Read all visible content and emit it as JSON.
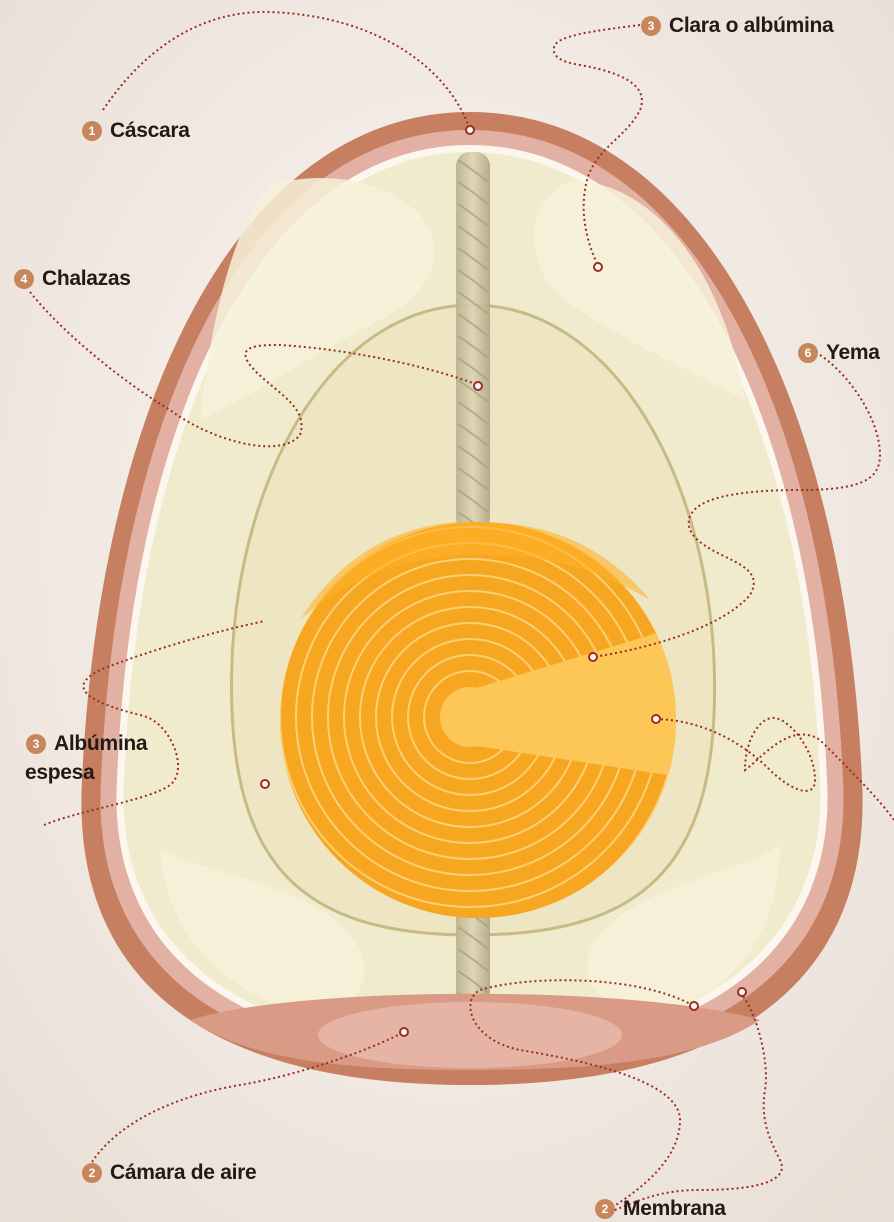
{
  "colors": {
    "badge": "#c8865c",
    "leader_line": "#9c2c22",
    "shell": "#c67f60",
    "yolk": "#f5a21f",
    "albumen": "#f3edd2"
  },
  "labels": {
    "cascara": {
      "number": "1",
      "text": "Cáscara"
    },
    "clara": {
      "number": "3",
      "text": "Clara o albúmina"
    },
    "chalazas": {
      "number": "4",
      "text": "Chalazas"
    },
    "yema": {
      "number": "6",
      "text": "Yema"
    },
    "albumina_espesa": {
      "number": "3",
      "text": "Albúmina",
      "text2": "espesa"
    },
    "camara": {
      "number": "2",
      "text": "Cámara de aire"
    },
    "membrana": {
      "number": "2",
      "text": "Membrana"
    }
  }
}
